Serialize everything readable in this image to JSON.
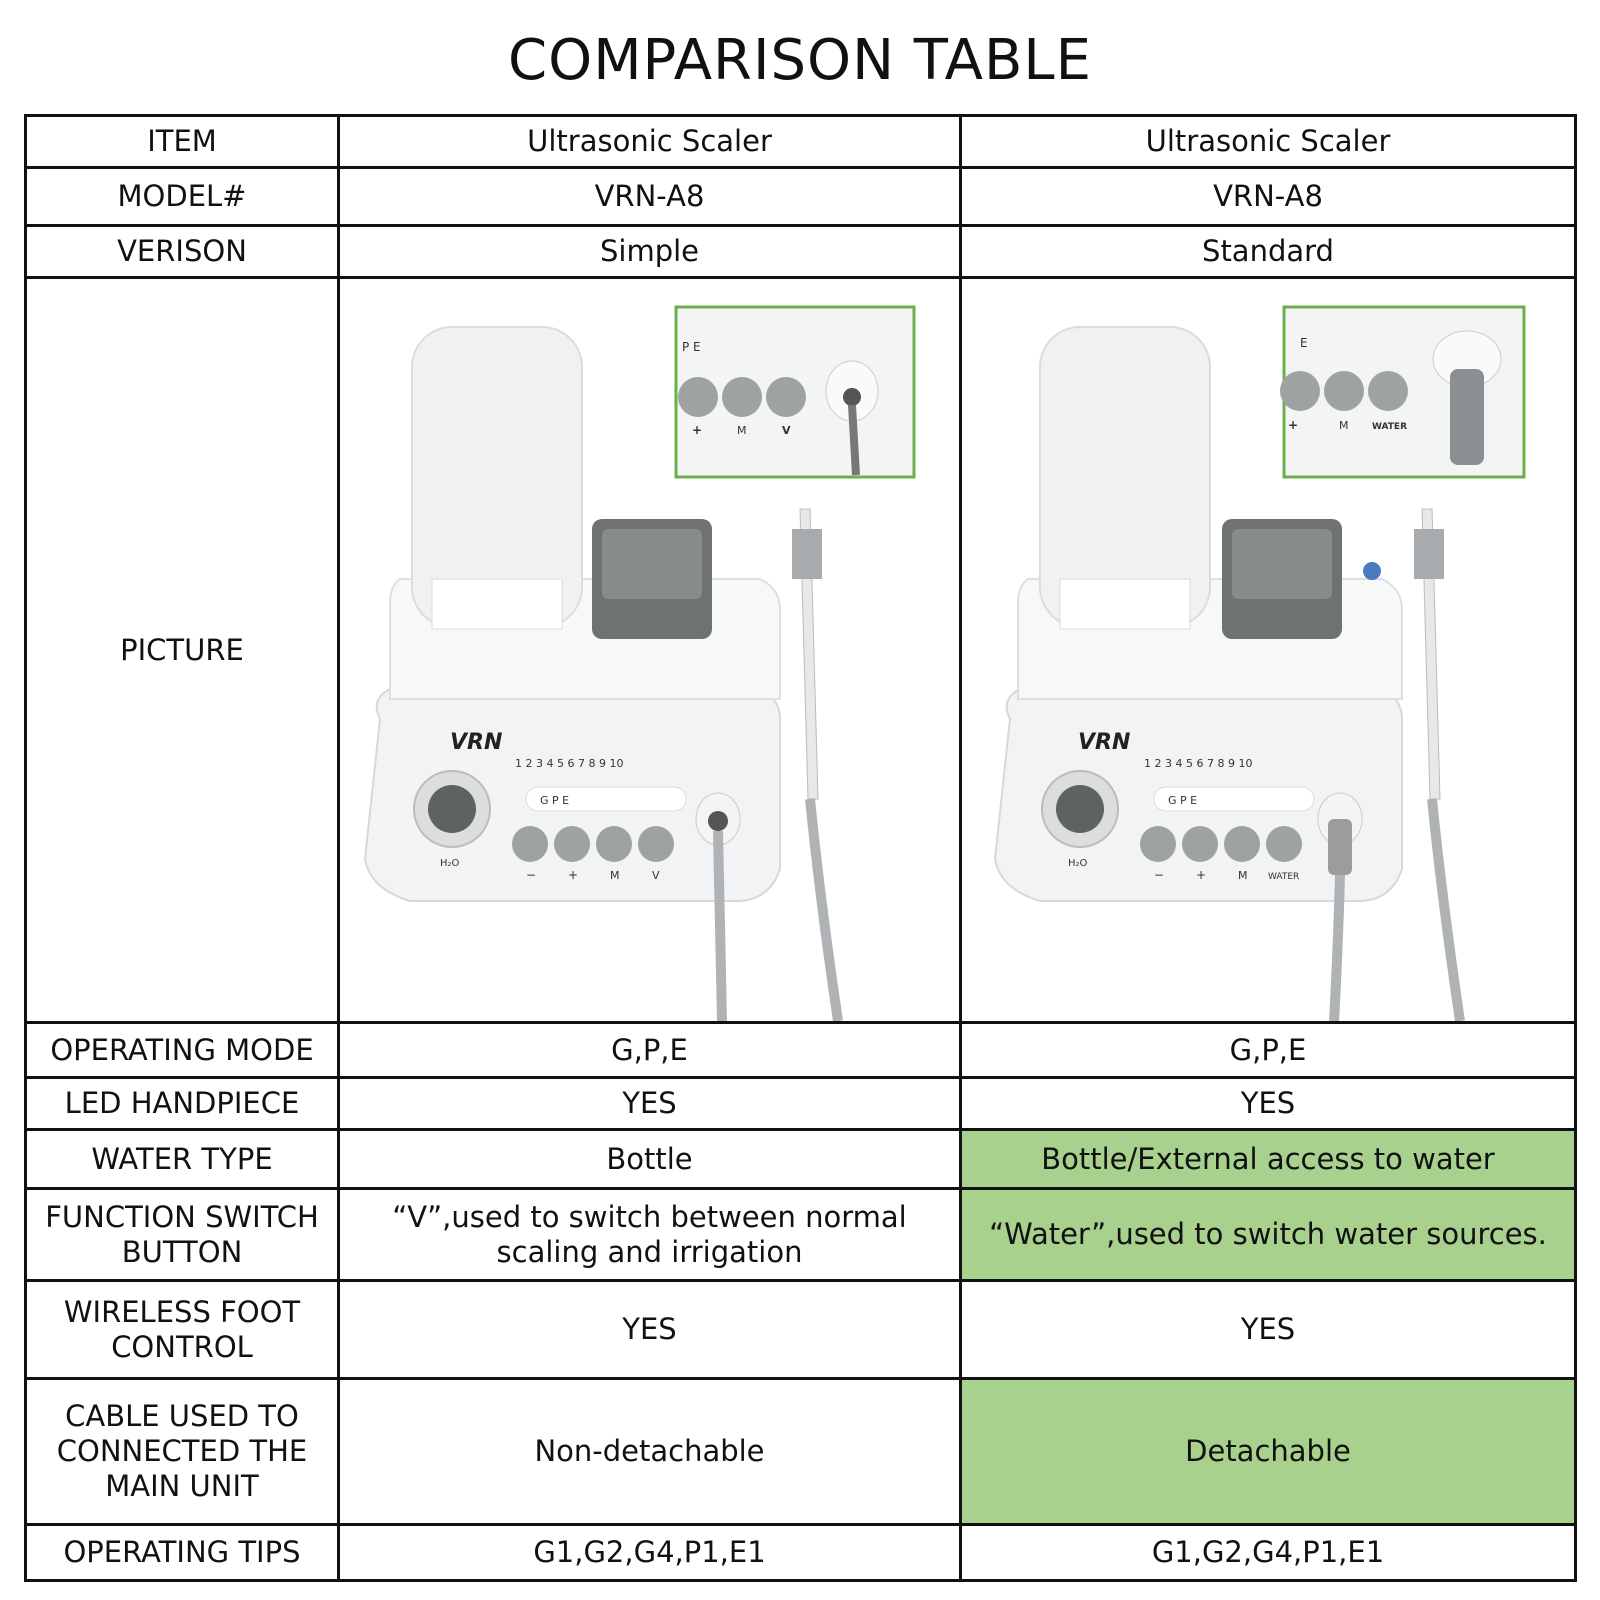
{
  "title": "COMPARISON TABLE",
  "header": {
    "item": "ITEM",
    "col1": "Ultrasonic Scaler",
    "col2": "Ultrasonic Scaler"
  },
  "rows": [
    {
      "label": "MODEL#",
      "col1": "VRN-A8",
      "col2": "VRN-A8"
    },
    {
      "label": "VERISON",
      "col1": "Simple",
      "col2": "Standard"
    },
    {
      "label": "PICTURE"
    },
    {
      "label": "OPERATING MODE",
      "col1": "G,P,E",
      "col2": "G,P,E"
    },
    {
      "label": "LED HANDPIECE",
      "col1": "YES",
      "col2": "YES"
    },
    {
      "label": "WATER TYPE",
      "col1": "Bottle",
      "col2": "Bottle/External access to water"
    },
    {
      "label": "FUNCTION SWITCH BUTTON",
      "col1": "“V”,used to switch between normal scaling and irrigation",
      "col2": "“Water”,used to switch water sources."
    },
    {
      "label": "WIRELESS FOOT CONTROL",
      "col1": "YES",
      "col2": "YES"
    },
    {
      "label": "CABLE USED TO CONNECTED THE MAIN UNIT",
      "col1": "Non-detachable",
      "col2": "Detachable"
    },
    {
      "label": "OPERATING TIPS",
      "col1": "G1,G2,G4,P1,E1",
      "col2": "G1,G2,G4,P1,E1"
    }
  ],
  "device": {
    "brand": "VRN",
    "scale": "1 2 3 4 5 6 7 8 9 10",
    "modes": "G P E",
    "h2o": "H₂O",
    "simple_buttons": [
      "−",
      "+",
      "M",
      "V"
    ],
    "standard_buttons": [
      "−",
      "+",
      "M",
      "WATER"
    ],
    "simple_zoom_buttons": [
      "+",
      "M",
      "V"
    ],
    "standard_zoom_buttons": [
      "+",
      "M",
      "WATER"
    ],
    "simple_zoom_modes": "P   E",
    "standard_zoom_modes": "E"
  },
  "colors": {
    "highlight": "#a9d18e",
    "zoom_border": "#6ab04c"
  }
}
